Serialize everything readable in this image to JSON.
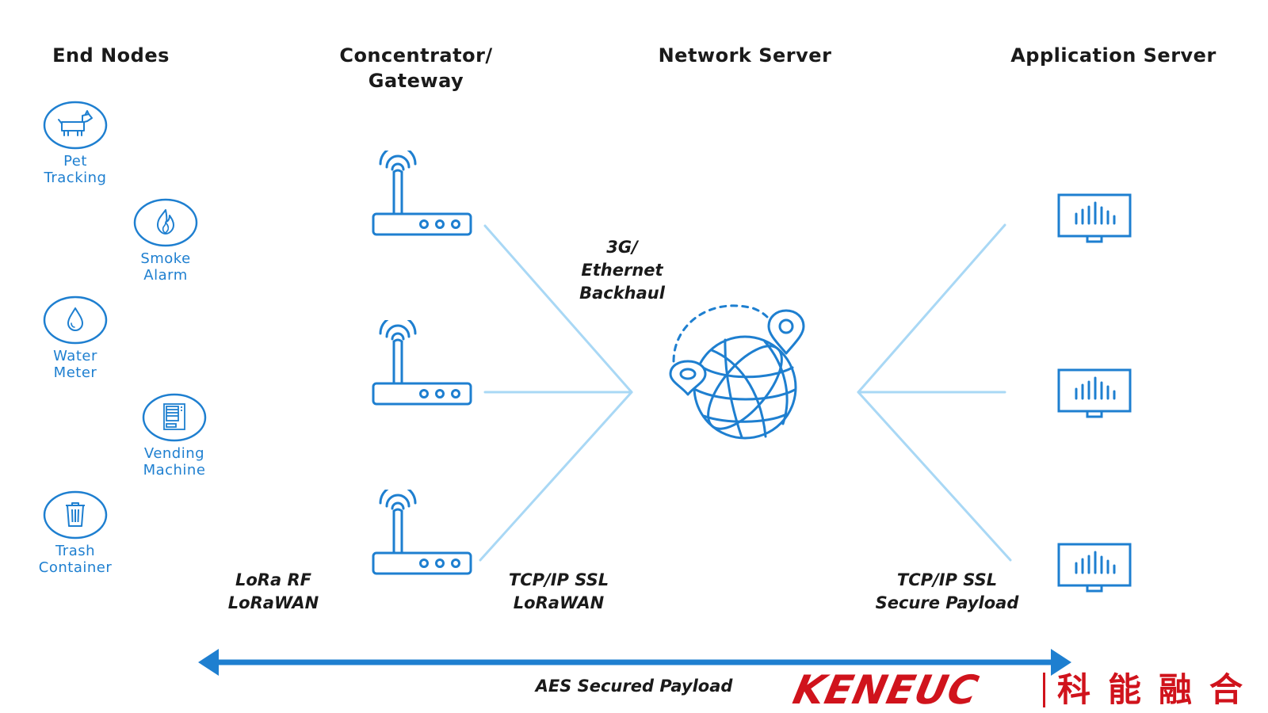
{
  "columns": {
    "end_nodes": "End Nodes",
    "gateway_line1": "Concentrator/",
    "gateway_line2": "Gateway",
    "network_server": "Network Server",
    "application_server": "Application Server"
  },
  "end_nodes": [
    {
      "line1": "Pet",
      "line2": "Tracking",
      "icon": "dog-icon"
    },
    {
      "line1": "Smoke",
      "line2": "Alarm",
      "icon": "flame-icon"
    },
    {
      "line1": "Water",
      "line2": "Meter",
      "icon": "water-drop-icon"
    },
    {
      "line1": "Vending",
      "line2": "Machine",
      "icon": "vending-machine-icon"
    },
    {
      "line1": "Trash",
      "line2": "Container",
      "icon": "trash-can-icon"
    }
  ],
  "labels": {
    "lora_line1": "LoRa RF",
    "lora_line2": "LoRaWAN",
    "tcp_gateway_line1": "TCP/IP SSL",
    "tcp_gateway_line2": "LoRaWAN",
    "backhaul_line1": "3G/",
    "backhaul_line2": "Ethernet",
    "backhaul_line3": "Backhaul",
    "tcp_app_line1": "TCP/IP SSL",
    "tcp_app_line2": "Secure Payload",
    "aes": "AES Secured Payload"
  },
  "logo": {
    "latin": "KENEUC",
    "cjk": "科能融合"
  },
  "colors": {
    "accent": "#1e7fd0",
    "line": "#a9d8f5",
    "logo": "#d0131c"
  }
}
